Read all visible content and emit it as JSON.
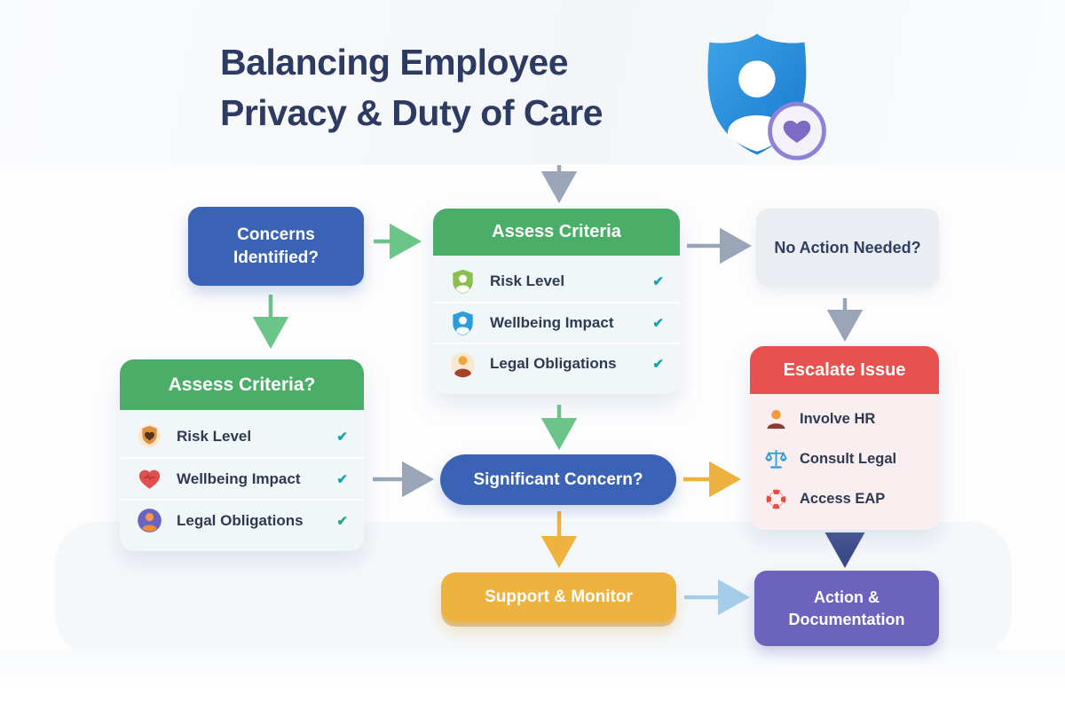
{
  "title": {
    "line1": "Balancing Employee",
    "line2": "Privacy & Duty of Care"
  },
  "glyphs": {
    "check": "✔"
  },
  "nodes": {
    "concerns": {
      "label": "Concerns Identified?"
    },
    "assess_center": {
      "title": "Assess Criteria",
      "items": [
        {
          "label": "Risk Level",
          "icon": "user-badge-icon"
        },
        {
          "label": "Wellbeing Impact",
          "icon": "shield-user-icon"
        },
        {
          "label": "Legal Obligations",
          "icon": "person-circle-icon"
        }
      ]
    },
    "no_action": {
      "label": "No Action Needed?"
    },
    "assess_left": {
      "title": "Assess Criteria?",
      "items": [
        {
          "label": "Risk Level",
          "icon": "shield-heart-icon"
        },
        {
          "label": "Wellbeing Impact",
          "icon": "heart-icon"
        },
        {
          "label": "Legal Obligations",
          "icon": "user-circle-icon"
        }
      ]
    },
    "escalate": {
      "title": "Escalate Issue",
      "items": [
        {
          "label": "Involve HR",
          "icon": "person-icon"
        },
        {
          "label": "Consult Legal",
          "icon": "scales-icon"
        },
        {
          "label": "Access EAP",
          "icon": "lifebuoy-icon"
        }
      ]
    },
    "significant": {
      "label": "Significant Concern?"
    },
    "support": {
      "label": "Support & Monitor"
    },
    "action": {
      "label": "Action & Documentation"
    }
  },
  "colors": {
    "title_navy": "#2d3b63",
    "node_blue": "#3b63b5",
    "header_green": "#4aae68",
    "header_red": "#e8524e",
    "node_yellow": "#eeb23e",
    "node_purple": "#6b63be",
    "node_gray": "#eaedf2",
    "check_teal": "#14a3b0",
    "arrow_green": "#6cc588",
    "arrow_gray": "#9aa5b8",
    "arrow_yellow": "#f0b23f",
    "arrow_lightblue": "#a3cde9",
    "arrow_navy": "#3c4a8a"
  }
}
